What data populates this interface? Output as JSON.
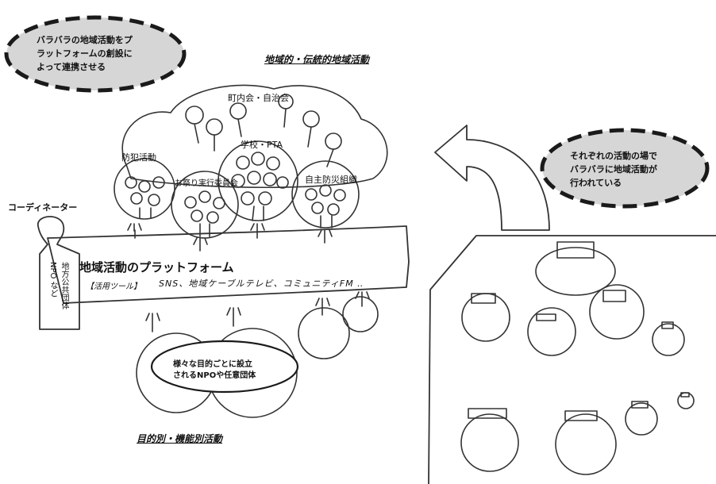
{
  "bubble_top_left": {
    "line1": "バラバラの地域活動をプ",
    "line2": "ラットフォームの創設に",
    "line3": "よって連携させる"
  },
  "header_traditional": "地域的・伝統的地域活動",
  "groups": {
    "chonaikai": "町内会・自治会",
    "bohan": "防犯活動",
    "gakko": "学校・PTA",
    "omatsuri": "お祭り実行委員会",
    "jishubosai": "自主防災組織"
  },
  "coordinator_label": "コーディネーター",
  "coordinator_figure_text": "地方公共団体 NPO など",
  "platform": {
    "title": "地域活動のプラットフォーム",
    "tools_label": "【活用ツール】",
    "tools_list": "SNS、地域ケーブルテレビ、コミュニティFM ‥"
  },
  "bubble_npo": {
    "line1": "様々な目的ごとに設立",
    "line2": "されるNPOや任意団体"
  },
  "footer_purpose": "目的別・機能別活動",
  "bubble_right": {
    "line1": "それぞれの活動の場で",
    "line2": "バラバラに地域活動が",
    "line3": "行われている"
  },
  "colors": {
    "ink": "#1a1a1a",
    "bubble_fill": "#d6d6d6",
    "sketch_line": "#333333"
  }
}
